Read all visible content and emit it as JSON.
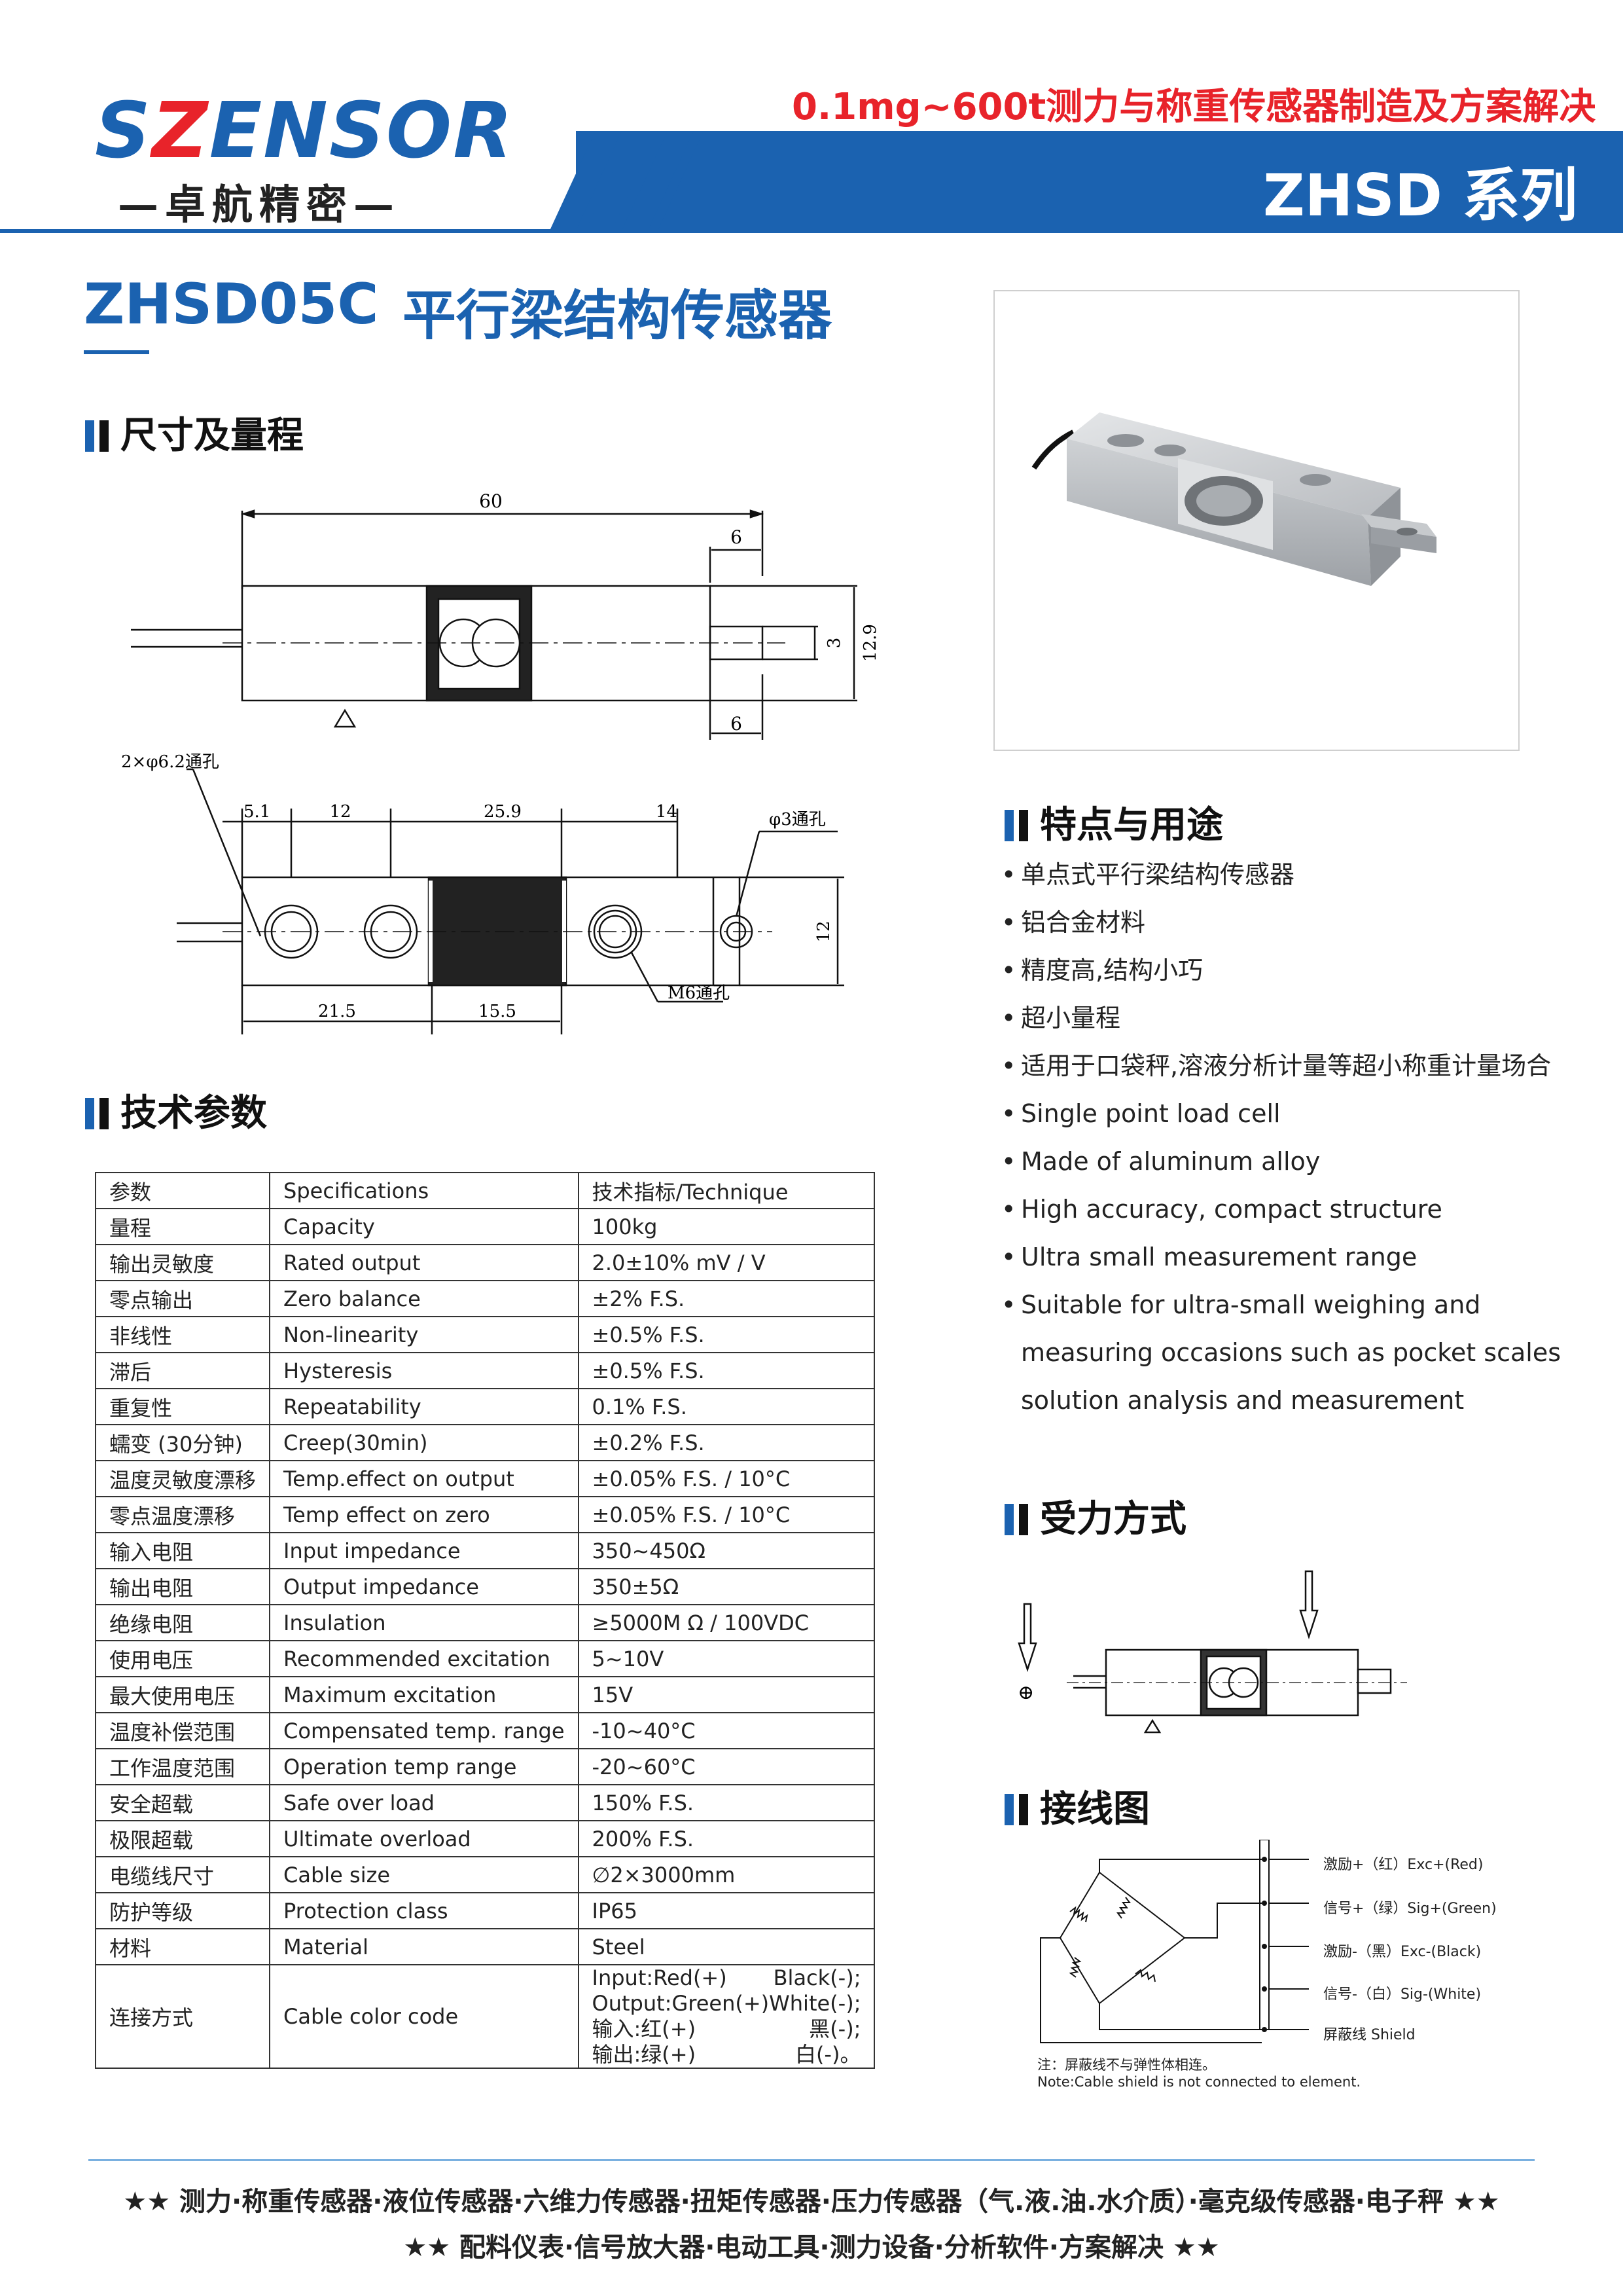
{
  "header": {
    "brand_prefix": "S",
    "brand_z": "Z",
    "brand_rest": "ENSOR",
    "brand_sub": "—卓航精密—",
    "tagline": "0.1mg~600t测力与称重传感器制造及方案解决",
    "series": "ZHSD 系列",
    "colors": {
      "brand_blue": "#1b62b0",
      "brand_red": "#e8232a"
    }
  },
  "product": {
    "model": "ZHSD05C",
    "title": "平行梁结构传感器"
  },
  "sections": {
    "dimensions": "尺寸及量程",
    "specs": "技术参数",
    "features": "特点与用途",
    "loading": "受力方式",
    "wiring": "接线图"
  },
  "drawing": {
    "top_len": "60",
    "top_end": "6",
    "top_end_bottom": "6",
    "top_h1": "3",
    "top_h2": "12.9",
    "holes_note": "2×φ6.2通孔",
    "d1": "5.1",
    "d2": "12",
    "d3": "25.9",
    "d4": "14",
    "small_hole": "φ3通孔",
    "height": "12",
    "b1": "21.5",
    "b2": "15.5",
    "m6": "M6通孔"
  },
  "spec_table": {
    "rows": [
      [
        "参数",
        "Specifications",
        "技术指标/Technique"
      ],
      [
        "量程",
        "Capacity",
        "100kg"
      ],
      [
        "输出灵敏度",
        "Rated output",
        "2.0±10%  mV / V"
      ],
      [
        "零点输出",
        "Zero balance",
        "±2% F.S."
      ],
      [
        "非线性",
        "Non-linearity",
        "±0.5% F.S."
      ],
      [
        "滞后",
        "Hysteresis",
        "±0.5% F.S."
      ],
      [
        "重复性",
        "Repeatability",
        "0.1% F.S."
      ],
      [
        "蠕变 (30分钟)",
        "Creep(30min)",
        "±0.2% F.S."
      ],
      [
        "温度灵敏度漂移",
        "Temp.effect on output",
        "±0.05% F.S. / 10°C"
      ],
      [
        "零点温度漂移",
        "Temp effect on zero",
        "±0.05% F.S. / 10°C"
      ],
      [
        "输入电阻",
        "Input impedance",
        "350~450Ω"
      ],
      [
        "输出电阻",
        "Output impedance",
        "350±5Ω"
      ],
      [
        "绝缘电阻",
        "Insulation",
        "≥5000M Ω / 100VDC"
      ],
      [
        "使用电压",
        "Recommended excitation",
        "5~10V"
      ],
      [
        "最大使用电压",
        "Maximum excitation",
        "15V"
      ],
      [
        "温度补偿范围",
        "Compensated temp. range",
        "-10~40°C"
      ],
      [
        "工作温度范围",
        "Operation temp range",
        "-20~60°C"
      ],
      [
        "安全超载",
        "Safe over load",
        "150% F.S."
      ],
      [
        "极限超载",
        "Ultimate overload",
        "200% F.S."
      ],
      [
        "电缆线尺寸",
        "Cable size",
        "∅2×3000mm"
      ],
      [
        "防护等级",
        "Protection class",
        "IP65"
      ],
      [
        "材料",
        "Material",
        "Steel"
      ]
    ],
    "cable_row": {
      "cn": "连接方式",
      "en": "Cable color code",
      "lines": [
        [
          "Input:Red(+)",
          "Black(-);"
        ],
        [
          "Output:Green(+)",
          "White(-);"
        ],
        [
          "输入:红(+)",
          "黑(-);"
        ],
        [
          "输出:绿(+)",
          "白(-)。"
        ]
      ]
    }
  },
  "features": [
    "单点式平行梁结构传感器",
    "铝合金材料",
    "精度高,结构小巧",
    "超小量程",
    "适用于口袋秤,溶液分析计量等超小称重计量场合",
    "Single point load cell",
    "Made of aluminum alloy",
    "High accuracy, compact structure",
    "Ultra small measurement range",
    "Suitable for ultra-small weighing and",
    "measuring occasions such as pocket scales",
    "solution analysis and measurement"
  ],
  "loading": {
    "plus": "⊕"
  },
  "wiring": {
    "labels": [
      "激励+（红）Exc+(Red)",
      "信号+（绿）Sig+(Green)",
      "激励-（黑）Exc-(Black)",
      "信号-（白）Sig-(White)",
      "屏蔽线  Shield"
    ],
    "note_cn": "注：屏蔽线不与弹性体相连。",
    "note_en": "Note:Cable shield is not connected to element."
  },
  "footer": {
    "line1": "★★ 测力·称重传感器·液位传感器·六维力传感器·扭矩传感器·压力传感器（气.液.油.水介质）·毫克级传感器·电子秤 ★★",
    "line2": "★★ 配料仪表·信号放大器·电动工具·测力设备·分析软件·方案解决 ★★"
  }
}
